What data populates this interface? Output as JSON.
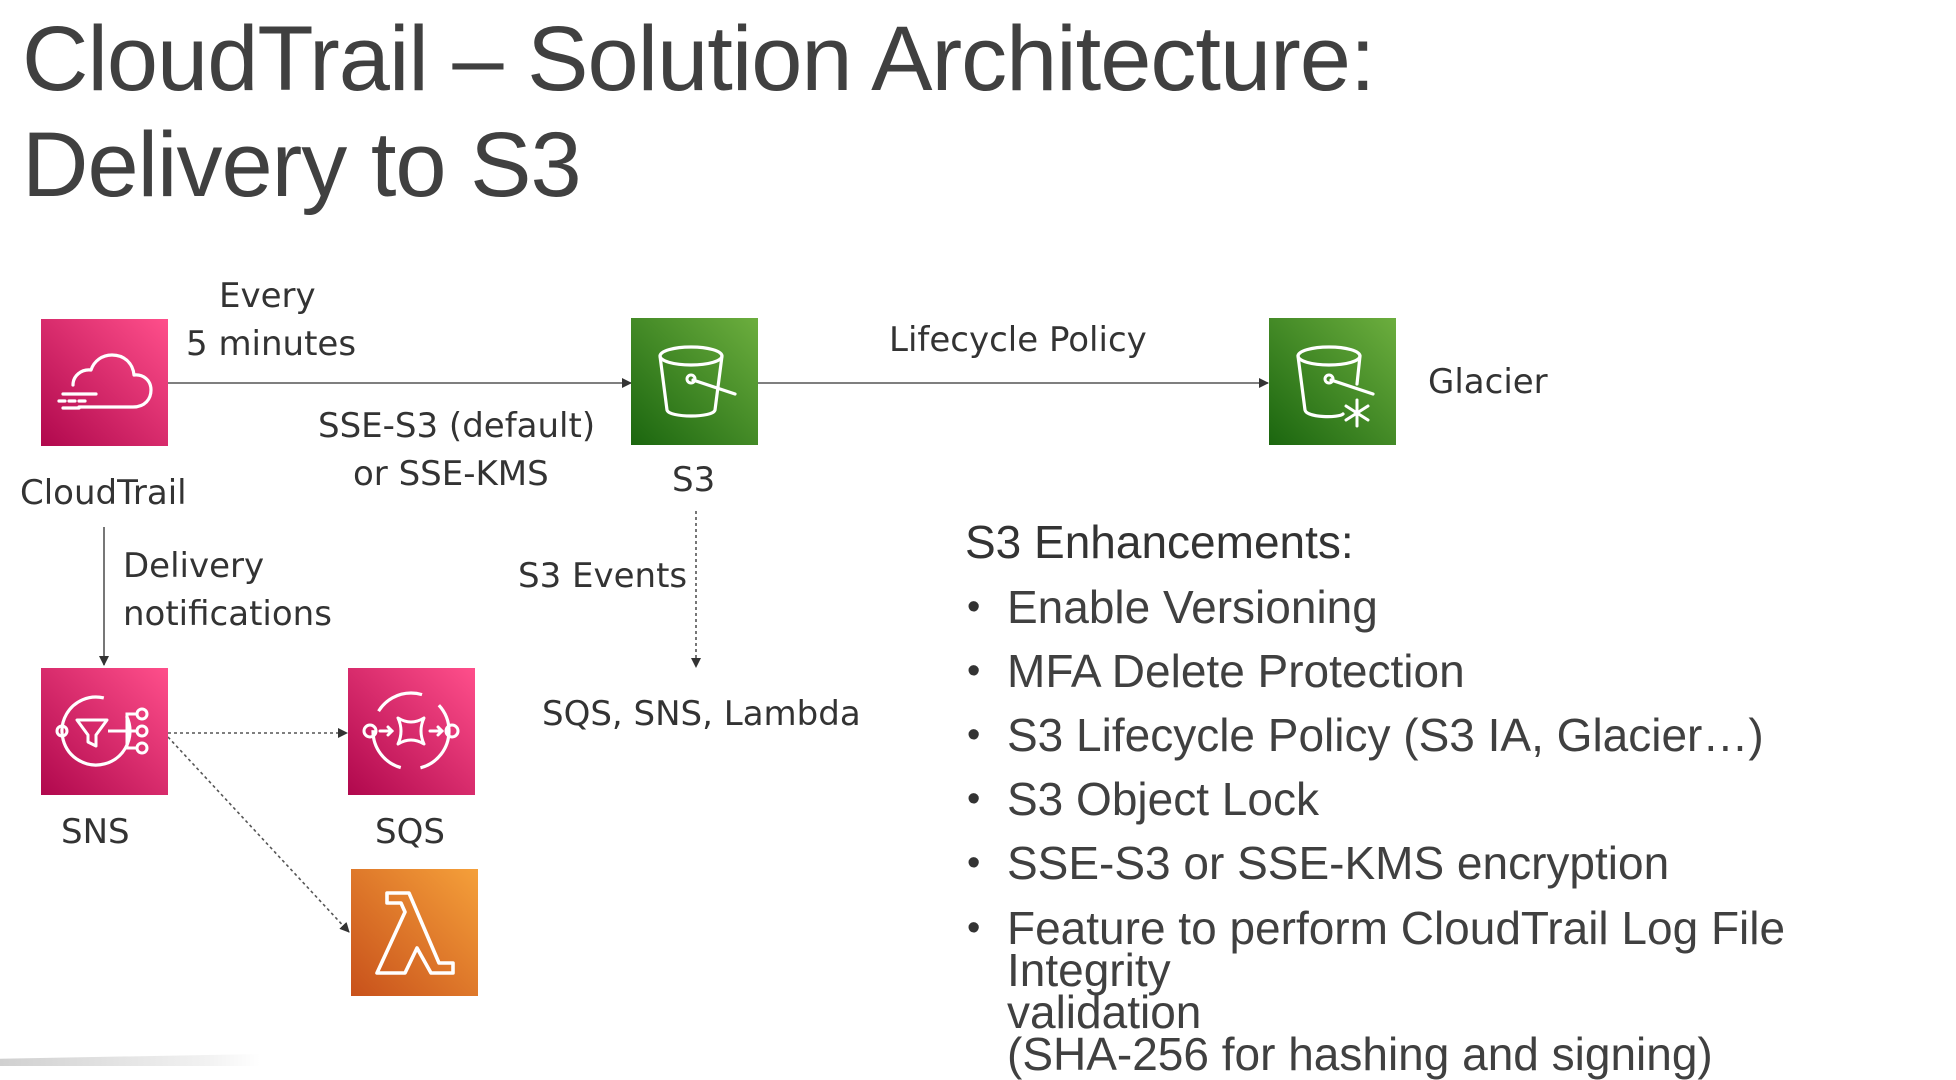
{
  "title": {
    "line1": "CloudTrail – Solution Architecture:",
    "line2": "Delivery to S3"
  },
  "nodes": {
    "cloudtrail": "CloudTrail",
    "s3": "S3",
    "glacier": "Glacier",
    "sns": "SNS",
    "sqs": "SQS"
  },
  "edges": {
    "cloudtrail_to_s3_top1": "Every",
    "cloudtrail_to_s3_top2": "5 minutes",
    "cloudtrail_to_s3_bottom1": "SSE-S3 (default)",
    "cloudtrail_to_s3_bottom2": "or SSE-KMS",
    "s3_to_glacier": "Lifecycle Policy",
    "cloudtrail_to_sns1": "Delivery",
    "cloudtrail_to_sns2": "notifications",
    "s3_events": "S3 Events",
    "s3_events_targets": "SQS, SNS, Lambda"
  },
  "enhancements": {
    "heading": "S3 Enhancements:",
    "items": [
      "Enable Versioning",
      "MFA Delete Protection",
      "S3 Lifecycle Policy (S3 IA, Glacier…)",
      "S3 Object Lock",
      "SSE-S3 or SSE-KMS encryption"
    ],
    "last_item": {
      "line1": "Feature to perform CloudTrail Log File Integrity",
      "line2": "validation",
      "line3": "(SHA-256 for hashing and signing)"
    }
  },
  "colors": {
    "application_integration": "#e7157b",
    "storage": "#3f8624",
    "compute": "#ed7100",
    "text": "#333333"
  },
  "icons": {
    "cloudtrail": "cloudtrail-icon",
    "s3": "s3-bucket-icon",
    "glacier": "glacier-icon",
    "sns": "sns-icon",
    "sqs": "sqs-icon",
    "lambda": "lambda-icon"
  }
}
